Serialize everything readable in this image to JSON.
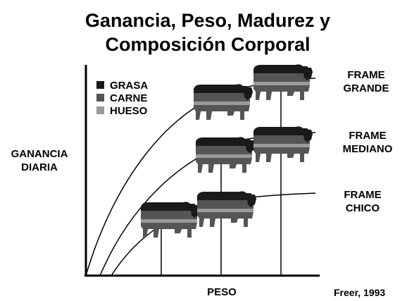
{
  "title_line1": "Ganancia, Peso, Madurez y",
  "title_line2": "Composición Corporal",
  "y_axis_label": [
    "GANANCIA",
    "DIARIA"
  ],
  "x_axis_label": "PESO",
  "source": "Freer, 1993",
  "legend": [
    {
      "label": "GRASA",
      "color": "#1a1a1a"
    },
    {
      "label": "CARNE",
      "color": "#555555"
    },
    {
      "label": "HUESO",
      "color": "#9a9a9a"
    }
  ],
  "curve_labels": {
    "grande": [
      "FRAME",
      "GRANDE"
    ],
    "mediano": [
      "FRAME",
      "MEDIANO"
    ],
    "chico": [
      "FRAME",
      "CHICO"
    ]
  }
}
